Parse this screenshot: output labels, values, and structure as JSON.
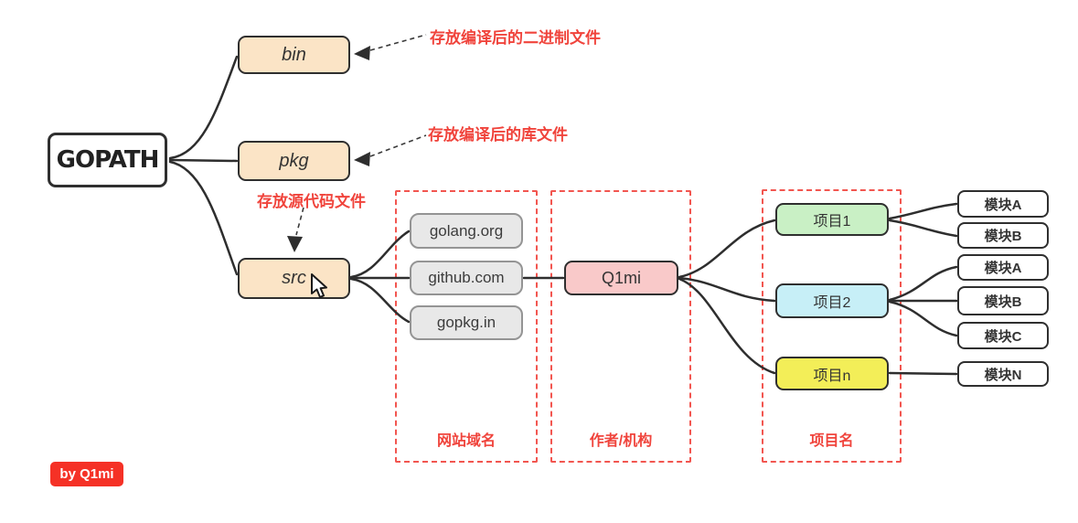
{
  "root": {
    "label": "GOPATH"
  },
  "dirs": [
    {
      "label": "bin",
      "annotation": "存放编译后的二进制文件"
    },
    {
      "label": "pkg",
      "annotation": "存放编译后的库文件"
    },
    {
      "label": "src",
      "annotation": "存放源代码文件"
    }
  ],
  "domains": [
    "golang.org",
    "github.com",
    "gopkg.in"
  ],
  "author": "Q1mi",
  "projects": [
    "项目1",
    "项目2",
    "项目n"
  ],
  "modules": [
    "模块A",
    "模块B",
    "模块A",
    "模块B",
    "模块C",
    "模块N"
  ],
  "groups": [
    "网站域名",
    "作者/机构",
    "项目名"
  ],
  "badge": "by Q1mi",
  "palette": {
    "dir_fill": "#fbe4c6",
    "domain_fill": "#e8e8e8",
    "domain_border": "#949494",
    "author_fill": "#f9c9c9",
    "project1_fill": "#c9f0c5",
    "project2_fill": "#c7eff7",
    "projectn_fill": "#f3ee58",
    "module_fill": "#ffffff",
    "node_border": "#2f2f2f",
    "annotation_red": "#f0443c",
    "group_dash_red": "#f25650",
    "badge_bg": "#f53126",
    "badge_text": "#ffffff"
  }
}
